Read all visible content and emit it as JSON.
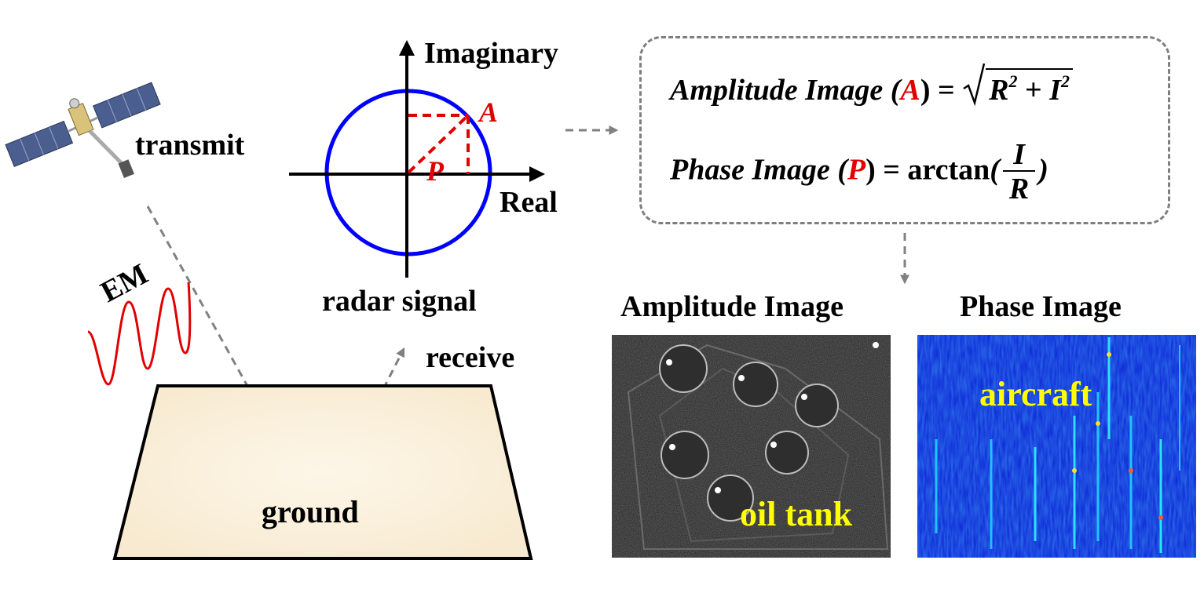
{
  "labels": {
    "transmit": "transmit",
    "em": "EM",
    "receive": "receive",
    "ground": "ground",
    "imaginary": "Imaginary",
    "real": "Real",
    "radar_signal": "radar signal",
    "point_a": "A",
    "point_p": "P",
    "amplitude_title": "Amplitude Image",
    "phase_title": "Phase Image",
    "oil_tank": "oil tank",
    "aircraft": "aircraft"
  },
  "formulas": {
    "amp_prefix": "Amplitude Image (",
    "amp_symbol": "A",
    "amp_suffix": ") = ",
    "amp_r": "R",
    "amp_exp1": "2",
    "amp_plus": " + ",
    "amp_i": "I",
    "amp_exp2": "2",
    "phase_prefix": "Phase Image (",
    "phase_symbol": "P",
    "phase_suffix": ") = ",
    "phase_func": "arctan",
    "phase_open": "(",
    "phase_num": "I",
    "phase_den": "R",
    "phase_close": ")"
  },
  "colors": {
    "circle": "#0000ff",
    "highlight": "#e00000",
    "ground_fill": "#fbf1dc",
    "arrow_gray": "#808080",
    "overlay_text": "#ffff00"
  }
}
